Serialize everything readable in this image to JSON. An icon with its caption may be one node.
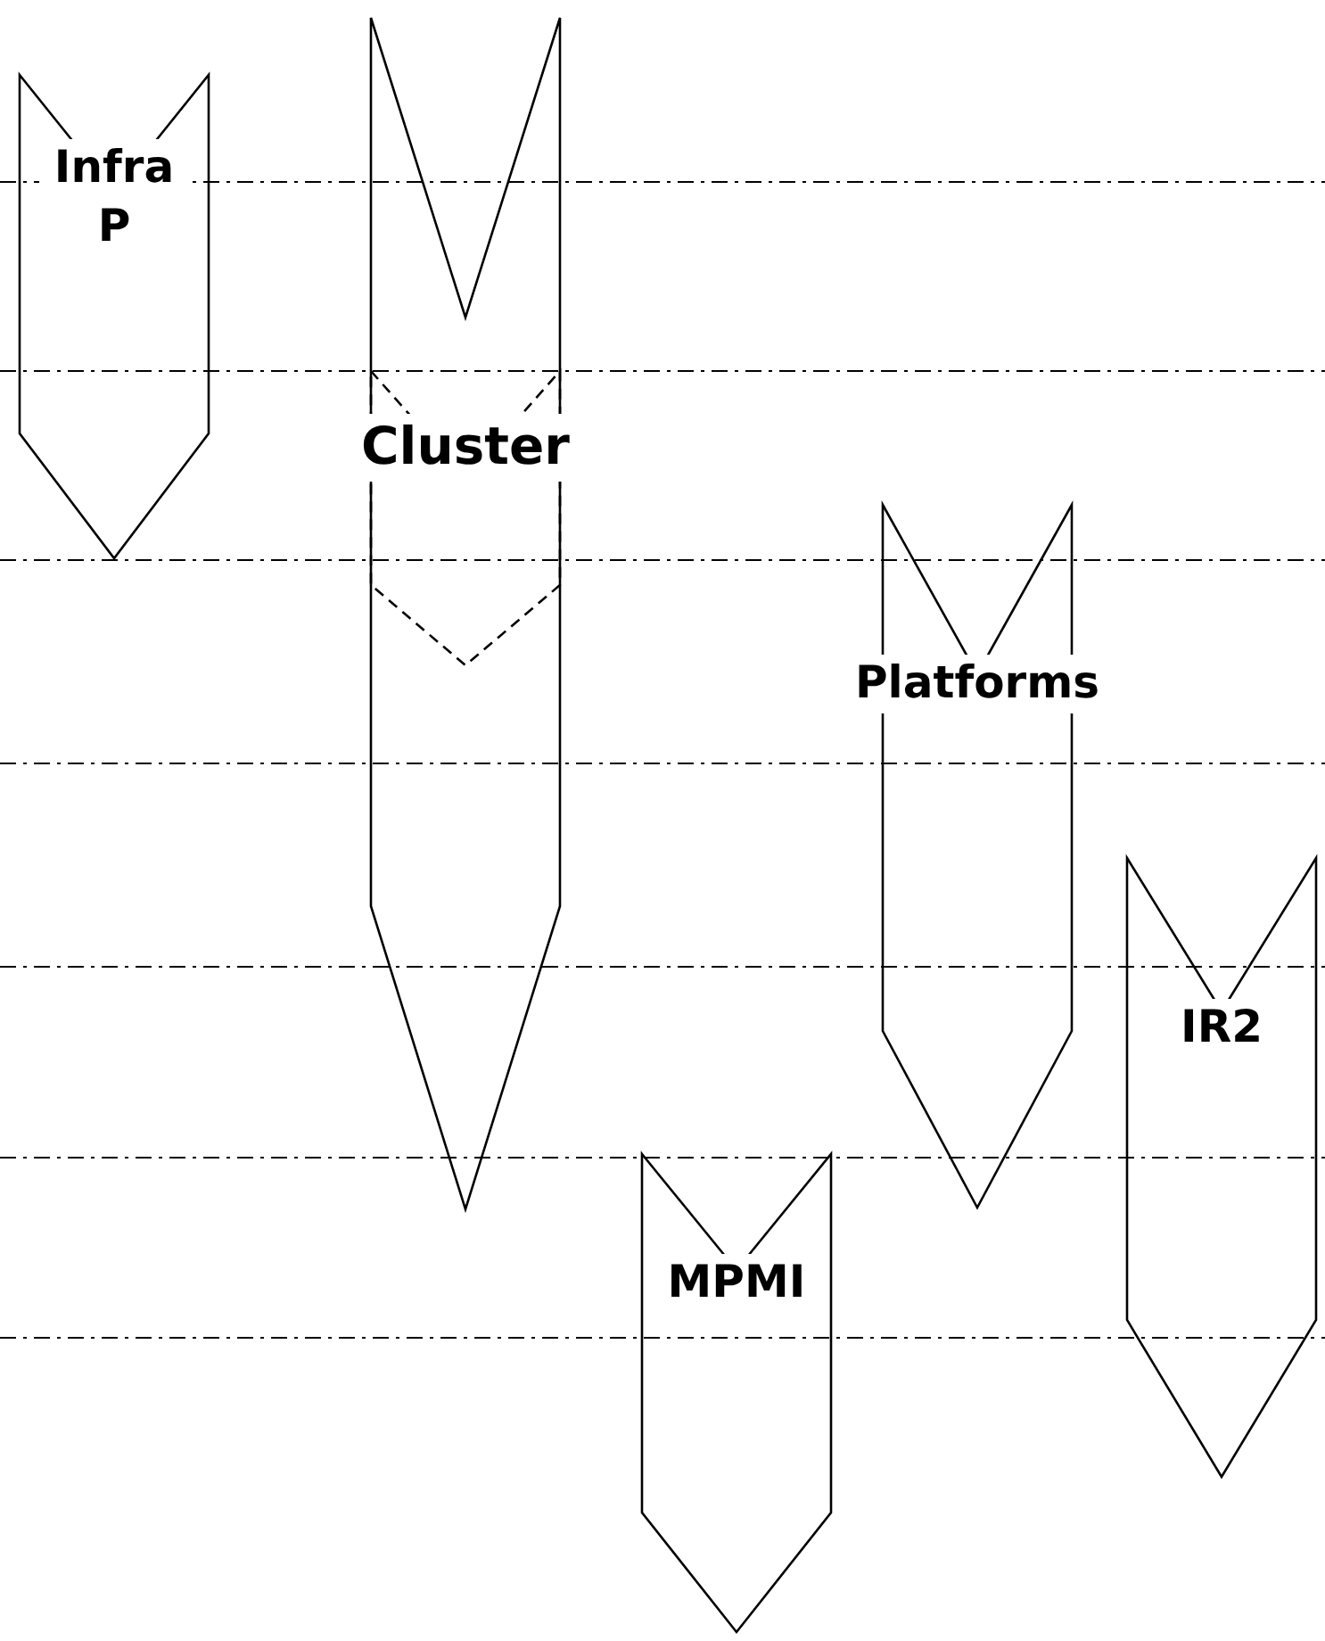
{
  "diagram": {
    "nodes": [
      {
        "text": [
          "Infra P"
        ]
      },
      {
        "text": [
          "Cluster"
        ]
      },
      {
        "text": [],
        "shape": "chevron",
        "in": 1
      },
      {
        "text": [
          "Platforms"
        ]
      },
      {
        "text": [
          "IR2"
        ]
      },
      {
        "text": [
          "MPMI"
        ]
      }
    ]
  }
}
